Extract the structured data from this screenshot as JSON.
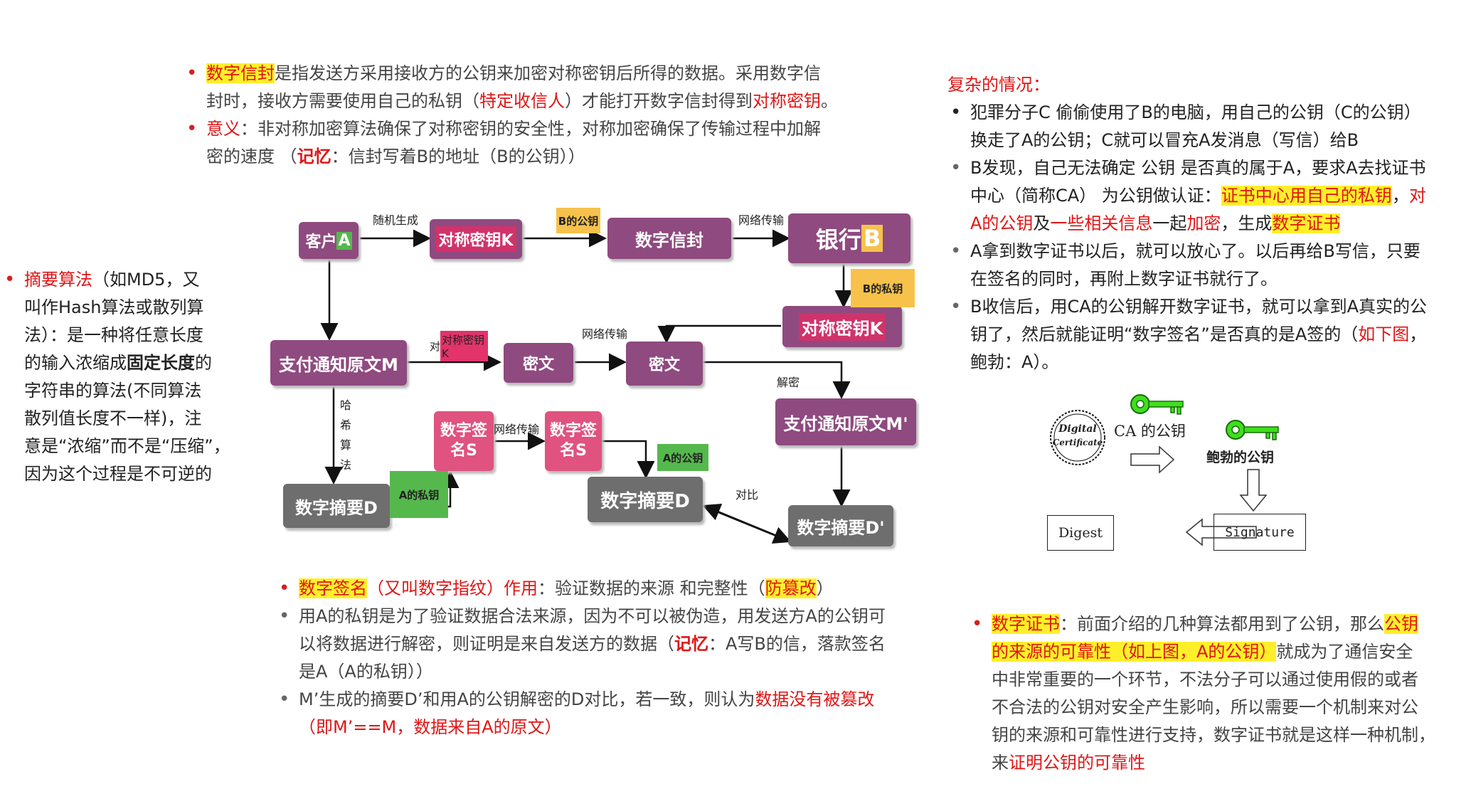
{
  "top_notes": {
    "item1": {
      "term": "数字信封",
      "text_a": "是指发送方采用接收方的公钥来加密对称密钥后所得的数据。采用数字信",
      "text_b": "封时，接收方需要使用自己的私钥（",
      "red_b": "特定收信人",
      "text_c": "）才能打开数字信封得到",
      "red_c": "对称密钥",
      "end": "。"
    },
    "item2": {
      "term": "意义",
      "text_a": "：非对称加密算法确保了对称密钥的安全性，对称加密确保了传输过程中加解",
      "text_b": "密的速度 （",
      "memo": "记忆",
      "text_c": "：信封写着B的地址（B的公钥））"
    }
  },
  "left_note": {
    "term": "摘要算法",
    "l1": "（如MD5，又",
    "l2": "叫作Hash算法或散列算",
    "l3": "法）：是一种将任意长度",
    "l4a": "的输入浓缩成",
    "l4b": "固定长度",
    "l4c": "的",
    "l5": "字符串的算法(不同算法",
    "l6": "散列值长度不一样)，注",
    "l7": "意是“浓缩”而不是“压缩”，",
    "l8": "因为这个过程是不可逆的"
  },
  "diagram": {
    "nodes": {
      "client": "客户",
      "client_letter": "A",
      "symkey": "对称密钥K",
      "envelope": "数字信封",
      "bank": "银行",
      "bank_letter": "B",
      "symkey2": "对称密钥K",
      "plaintext": "支付通知原文M",
      "cipher1": "密文",
      "cipher2": "密文",
      "plaintext2": "支付通知原文M'",
      "sig1_line1": "数字签",
      "sig1_line2": "名S",
      "sig2_line1": "数字签",
      "sig2_line2": "名S",
      "digest1": "数字摘要D",
      "digest2": "数字摘要D",
      "digest3": "数字摘要D'"
    },
    "tags": {
      "b_pub": "B的公钥",
      "b_priv": "B的私钥",
      "sym_k": "对称密钥K",
      "sym_k_prefix": "对",
      "a_priv": "A的私钥",
      "a_pub": "A的公钥"
    },
    "edge_labels": {
      "random": "随机生成",
      "net1": "网络传输",
      "net2": "网络传输",
      "net3": "网络传输",
      "decrypt": "解密",
      "hash": "哈\n希\n算\n法",
      "compare": "对比"
    }
  },
  "bottom_mid": {
    "item1": {
      "term": "数字签名",
      "p1": "（又叫",
      "term2": "数字指纹",
      "p2": "）",
      "role": "作用",
      "p3": "：验证数据的来源 和完整性（",
      "term3": "防篡改",
      "p4": "）"
    },
    "item2": {
      "l1": "用A的私钥是为了验证数据合法来源，因为不可以被伪造，用发送方A的公钥可",
      "l2a": "以将数据进行解密，则证明是来自发送方的数据（",
      "memo": "记忆",
      "l2b": "：A写B的信，落款签名",
      "l3": "是A（A的私钥））"
    },
    "item3": {
      "l1a": "M’生成的摘要D’和用A的公钥解密的D对比，若一致，则认为",
      "l1b": "数据没有被篡改",
      "l2": "（即M’==M，数据来自A的原文）"
    }
  },
  "right_top": {
    "heading": "复杂的情况：",
    "i1_l1": "犯罪分子C 偷偷使用了B的电脑，用自己的公钥（C的公钥）",
    "i1_l2": "换走了A的公钥；C就可以冒充A发消息（写信）给B",
    "i2_l1": "B发现，自己无法确定 公钥 是否真的属于A，要求A去找证书",
    "i2_l2a": "中心（简称CA） 为公钥做认证：",
    "i2_l2b": "证书中心",
    "i2_l2c": "用自己的私钥",
    "i2_l2d": "，",
    "i2_l2e": "对",
    "i2_l3a": "A的公钥",
    "i2_l3b": "及",
    "i2_l3c": "一些相关信息",
    "i2_l3d": "一起",
    "i2_l3e": "加密",
    "i2_l3f": "，生成",
    "i2_l3g": "数字证书",
    "i3_l1": "A拿到数字证书以后，就可以放心了。以后再给B写信，只要",
    "i3_l2": "在签名的同时，再附上数字证书就行了。",
    "i4_l1": "B收信后，用CA的公钥解开数字证书，就可以拿到A真实的公",
    "i4_l2a": "钥了，然后就能证明“数字签名”是否真的是A签的（",
    "i4_l2b": "如下图",
    "i4_l2c": "，",
    "i4_l3": "鲍勃：A）。"
  },
  "cert_figure": {
    "seal_line1": "Digital",
    "seal_line2": "Certificate",
    "ca_key": "CA 的公钥",
    "bob_key": "鲍勃的公钥",
    "digest": "Digest",
    "signature": "Signature",
    "key_color": "#3ee01a"
  },
  "right_bottom": {
    "term": "数字证书",
    "l1a": "：前面介绍的几种算法都用到了公钥，那么",
    "l1b": "公钥",
    "l2a": "的来源的可靠性（如上图，A的公钥）",
    "l2b": "就成为了通信安全",
    "l3": "中非常重要的一个环节，不法分子可以通过使用假的或者",
    "l4": "不合法的公钥对安全产生影响，所以需要一个机制来对公",
    "l5": "钥的来源和可靠性进行支持，数字证书就是这样一种机制，",
    "l6a": "来",
    "l6b": "证明公钥的可靠性"
  }
}
